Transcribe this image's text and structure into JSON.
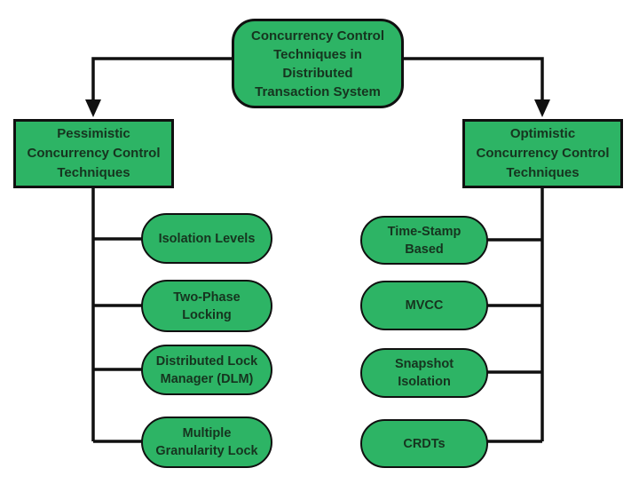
{
  "diagram": {
    "type": "flowchart",
    "colors": {
      "node_fill": "#2db465",
      "node_border": "#101010",
      "text_color": "#16341f",
      "connector": "#101010",
      "background": "#ffffff"
    },
    "root": {
      "label": "Concurrency Control Techniques in Distributed Transaction System",
      "lines": [
        "Concurrency Control",
        "Techniques in",
        "Distributed",
        "Transaction System"
      ]
    },
    "branches": [
      {
        "label": "Pessimistic Concurrency Control Techniques",
        "lines": [
          "Pessimistic",
          "Concurrency Control",
          "Techniques"
        ],
        "children": [
          {
            "label": "Isolation Levels",
            "lines": [
              "Isolation Levels"
            ]
          },
          {
            "label": "Two-Phase Locking",
            "lines": [
              "Two-Phase",
              "Locking"
            ]
          },
          {
            "label": "Distributed Lock Manager (DLM)",
            "lines": [
              "Distributed Lock",
              "Manager (DLM)"
            ]
          },
          {
            "label": "Multiple Granularity Lock",
            "lines": [
              "Multiple",
              "Granularity Lock"
            ]
          }
        ]
      },
      {
        "label": "Optimistic Concurrency Control Techniques",
        "lines": [
          "Optimistic",
          "Concurrency Control",
          "Techniques"
        ],
        "children": [
          {
            "label": "Time-Stamp Based",
            "lines": [
              "Time-Stamp",
              "Based"
            ]
          },
          {
            "label": "MVCC",
            "lines": [
              "MVCC"
            ]
          },
          {
            "label": "Snapshot Isolation",
            "lines": [
              "Snapshot",
              "Isolation"
            ]
          },
          {
            "label": "CRDTs",
            "lines": [
              "CRDTs"
            ]
          }
        ]
      }
    ]
  }
}
